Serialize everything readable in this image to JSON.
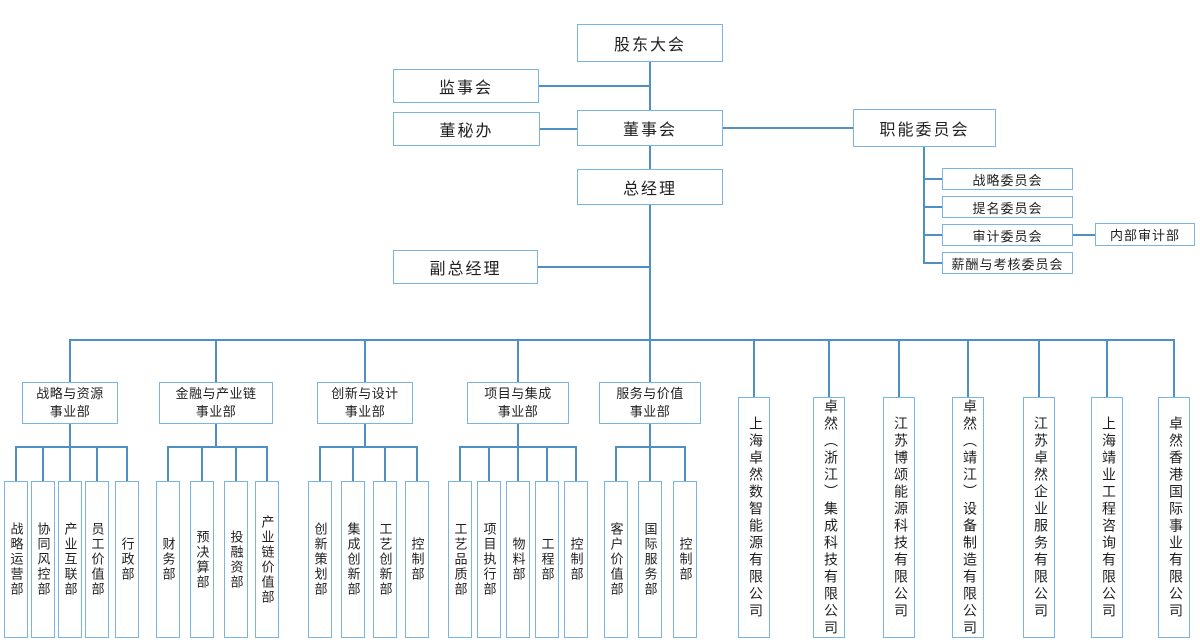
{
  "colors": {
    "box_border": "#79B5E3",
    "connector": "#4E90C6",
    "text": "#1F1F1F",
    "background": "#FFFFFF"
  },
  "nodes": {
    "shareholders_meeting": "股东大会",
    "supervisory_board": "监事会",
    "board_secretary_office": "董秘办",
    "board_of_directors": "董事会",
    "functional_committees": "职能委员会",
    "general_manager": "总经理",
    "deputy_general_manager": "副总经理",
    "internal_audit_dept": "内部审计部"
  },
  "committees": [
    "战略委员会",
    "提名委员会",
    "审计委员会",
    "薪酬与考核委员会"
  ],
  "divisions": [
    {
      "name": "战略与资源事业部",
      "lines": [
        "战略与资源",
        "事业部"
      ],
      "departments": [
        "战略运营部",
        "协同风控部",
        "产业互联部",
        "员工价值部",
        "行政部"
      ]
    },
    {
      "name": "金融与产业链事业部",
      "lines": [
        "金融与产业链",
        "事业部"
      ],
      "departments": [
        "财务部",
        "预决算部",
        "投融资部",
        "产业链价值部"
      ]
    },
    {
      "name": "创新与设计事业部",
      "lines": [
        "创新与设计",
        "事业部"
      ],
      "departments": [
        "创新策划部",
        "集成创新部",
        "工艺创新部",
        "控制部"
      ]
    },
    {
      "name": "项目与集成事业部",
      "lines": [
        "项目与集成",
        "事业部"
      ],
      "departments": [
        "工艺品质部",
        "项目执行部",
        "物料部",
        "工程部",
        "控制部"
      ]
    },
    {
      "name": "服务与价值事业部",
      "lines": [
        "服务与价值",
        "事业部"
      ],
      "departments": [
        "客户价值部",
        "国际服务部",
        "控制部"
      ]
    }
  ],
  "companies": [
    "上海卓然数智能源有限公司",
    "卓然（浙江）集成科技有限公司",
    "江苏博颂能源科技有限公司",
    "卓然（靖江）设备制造有限公司",
    "江苏卓然企业服务有限公司",
    "上海靖业工程咨询有限公司",
    "卓然香港国际事业有限公司"
  ]
}
